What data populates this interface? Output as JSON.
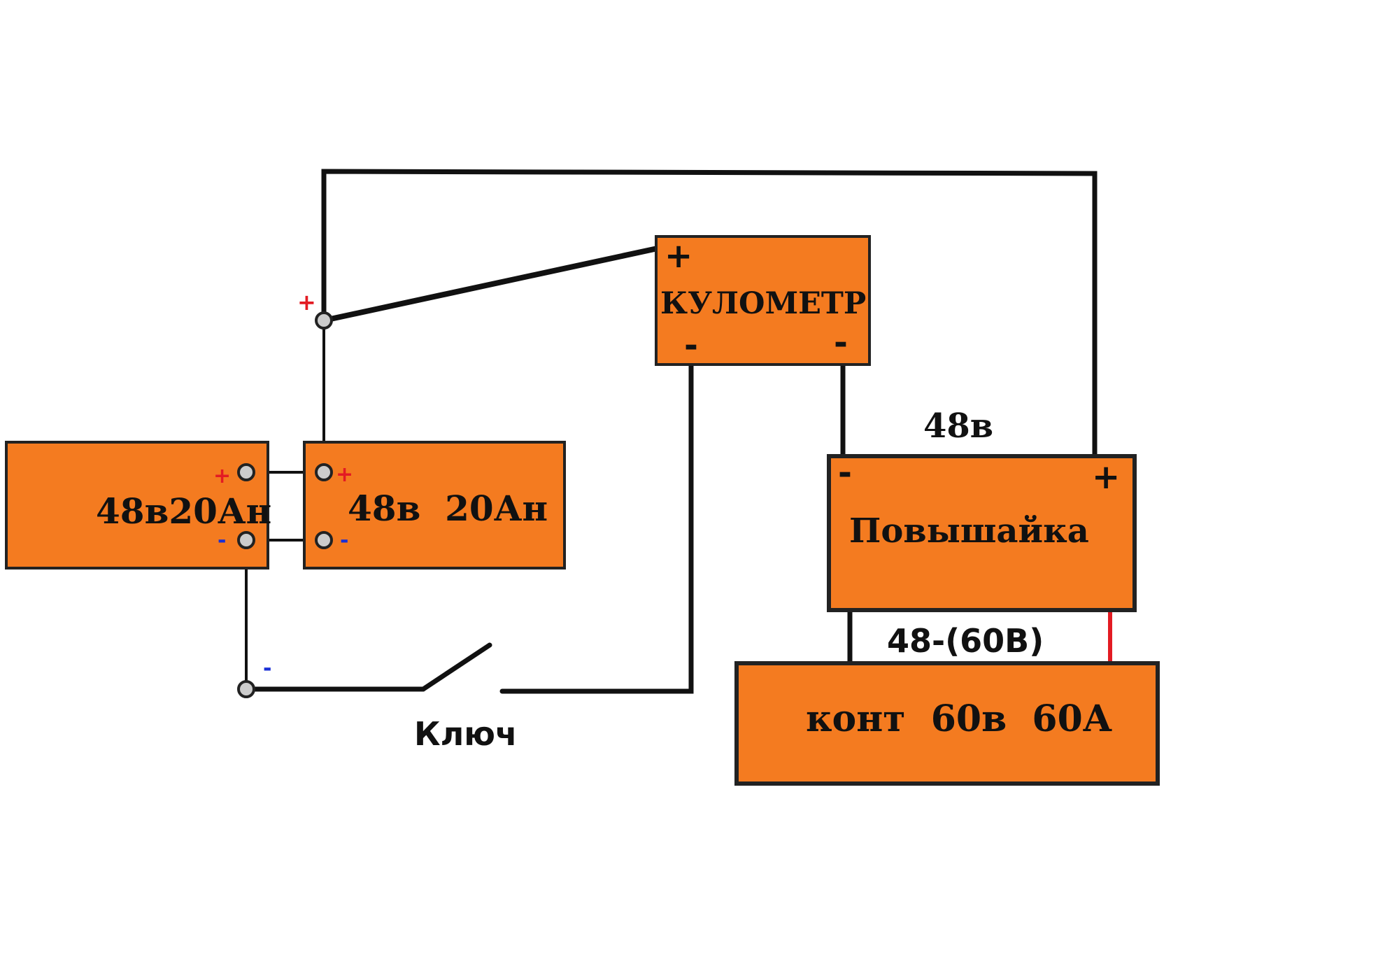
{
  "battery_left": {
    "label": "48в20Ан"
  },
  "battery_right": {
    "label": "48в  20Ан"
  },
  "coulometer": {
    "label": "КУЛОМЕТР",
    "plus": "+",
    "minus_left": "-",
    "minus_right": "-"
  },
  "booster": {
    "label": "Повышайка",
    "input_voltage": "48в",
    "minus": "-",
    "plus": "+"
  },
  "controller": {
    "label": "конт  60в  60А",
    "input_voltage": "48-(60В)"
  },
  "switch": {
    "label": "Ключ"
  },
  "terminal_signs": {
    "plus": "+",
    "minus": "-"
  },
  "colors": {
    "box_fill": "#f47b20",
    "wire": "#111111",
    "plus_mark": "#e31b23",
    "minus_mark": "#1a2fd6",
    "red_wire": "#e31b23"
  }
}
